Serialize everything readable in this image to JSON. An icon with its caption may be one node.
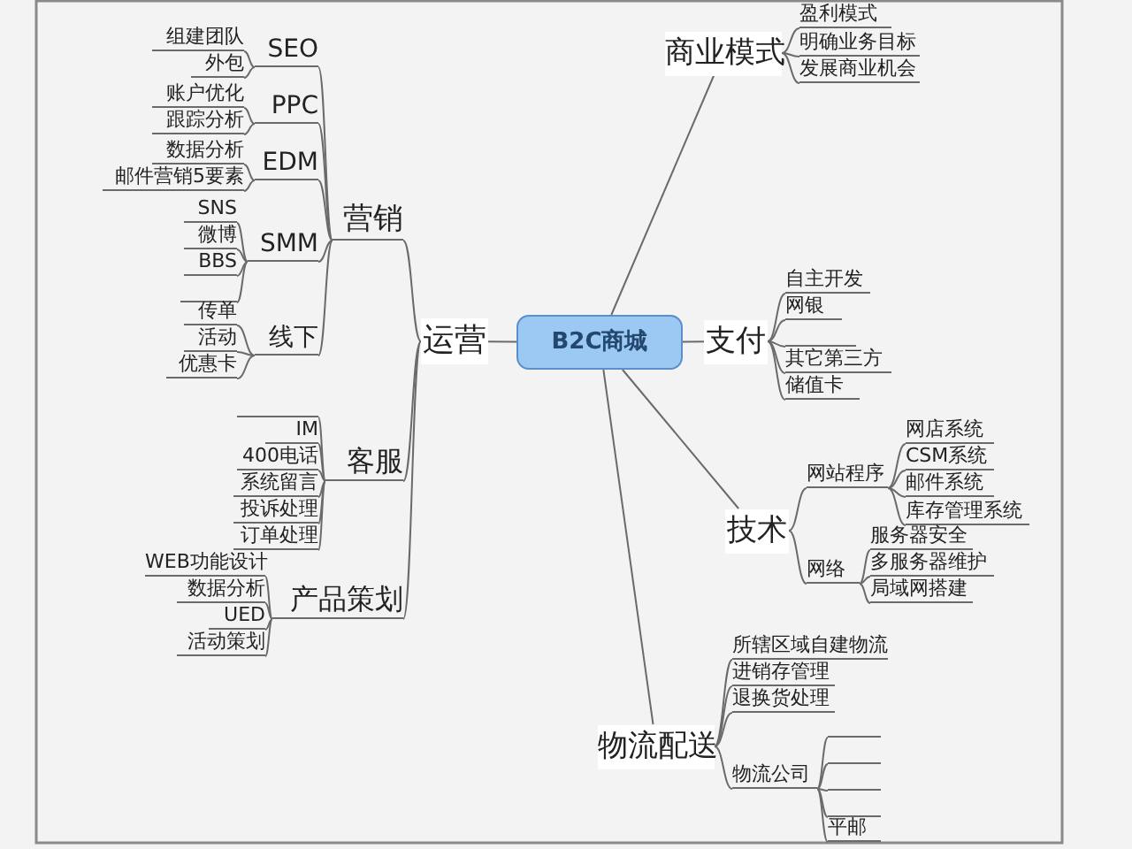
{
  "diagram": {
    "nodes": [
      {
        "text": [
          "B2C商城"
        ]
      },
      {
        "text": [
          "运营"
        ]
      },
      {
        "text": [
          "营销"
        ]
      },
      {
        "text": [
          "SEO"
        ]
      },
      {
        "text": [
          "组建团队"
        ]
      },
      {
        "text": [
          "外包"
        ]
      },
      {
        "text": [
          "PPC"
        ]
      },
      {
        "text": [
          "账户优化"
        ]
      },
      {
        "text": [
          "跟踪分析"
        ]
      },
      {
        "text": [
          "EDM"
        ]
      },
      {
        "text": [
          "数据分析"
        ]
      },
      {
        "text": [
          "邮件营销5要素"
        ]
      },
      {
        "text": [
          "SMM"
        ]
      },
      {
        "text": [
          "SNS"
        ]
      },
      {
        "text": [
          "微博"
        ]
      },
      {
        "text": [
          "BBS"
        ]
      },
      {
        "text": [],
        "shape": "bar"
      },
      {
        "text": [
          "线下"
        ]
      },
      {
        "text": [
          "传单"
        ]
      },
      {
        "text": [
          "活动"
        ]
      },
      {
        "text": [
          "优惠卡"
        ]
      },
      {
        "text": [
          "客服"
        ]
      },
      {
        "text": [],
        "shape": "bar"
      },
      {
        "text": [
          "IM"
        ]
      },
      {
        "text": [
          "400电话"
        ]
      },
      {
        "text": [
          "系统留言"
        ]
      },
      {
        "text": [
          "投诉处理"
        ]
      },
      {
        "text": [
          "订单处理"
        ]
      },
      {
        "text": [
          "产品策划"
        ]
      },
      {
        "text": [
          "WEB功能设计"
        ]
      },
      {
        "text": [
          "数据分析"
        ]
      },
      {
        "text": [
          "UED"
        ]
      },
      {
        "text": [
          "活动策划"
        ]
      },
      {
        "text": [
          "商业模式"
        ]
      },
      {
        "text": [
          "盈利模式"
        ]
      },
      {
        "text": [
          "明确业务目标"
        ]
      },
      {
        "text": [
          "发展商业机会"
        ]
      },
      {
        "text": [
          "支付"
        ]
      },
      {
        "text": [
          "自主开发"
        ]
      },
      {
        "text": [
          "网银"
        ]
      },
      {
        "text": [],
        "shape": "bar"
      },
      {
        "text": [
          "其它第三方"
        ]
      },
      {
        "text": [
          "储值卡"
        ]
      },
      {
        "text": [
          "技术"
        ]
      },
      {
        "text": [
          "网站程序"
        ]
      },
      {
        "text": [
          "网店系统"
        ]
      },
      {
        "text": [
          "CSM系统"
        ]
      },
      {
        "text": [
          "邮件系统"
        ]
      },
      {
        "text": [
          "库存管理系统"
        ]
      },
      {
        "text": [
          "网络"
        ]
      },
      {
        "text": [
          "服务器安全"
        ]
      },
      {
        "text": [
          "多服务器维护"
        ]
      },
      {
        "text": [
          "局域网搭建"
        ]
      },
      {
        "text": [
          "物流配送"
        ]
      },
      {
        "text": [
          "所辖区域自建物流"
        ]
      },
      {
        "text": [
          "进销存管理"
        ]
      },
      {
        "text": [
          "退换货处理"
        ]
      },
      {
        "text": [
          "物流公司"
        ]
      },
      {
        "text": [],
        "shape": "bar"
      },
      {
        "text": [],
        "shape": "bar"
      },
      {
        "text": [],
        "shape": "bar"
      },
      {
        "text": [],
        "shape": "bar"
      },
      {
        "text": [
          "平邮"
        ]
      }
    ],
    "edges": [
      {
        "from": 0,
        "to": 1,
        "arrow": "none"
      },
      {
        "from": 0,
        "to": 33,
        "arrow": "none"
      },
      {
        "from": 0,
        "to": 37,
        "arrow": "none"
      },
      {
        "from": 0,
        "to": 43,
        "arrow": "none"
      },
      {
        "from": 0,
        "to": 53,
        "arrow": "none"
      },
      {
        "from": 1,
        "to": 2,
        "arrow": "none"
      },
      {
        "from": 1,
        "to": 21,
        "arrow": "none"
      },
      {
        "from": 1,
        "to": 28,
        "arrow": "none"
      },
      {
        "from": 2,
        "to": 3,
        "arrow": "none"
      },
      {
        "from": 2,
        "to": 6,
        "arrow": "none"
      },
      {
        "from": 2,
        "to": 9,
        "arrow": "none"
      },
      {
        "from": 2,
        "to": 12,
        "arrow": "none"
      },
      {
        "from": 2,
        "to": 17,
        "arrow": "none"
      },
      {
        "from": 3,
        "to": 4,
        "arrow": "none"
      },
      {
        "from": 3,
        "to": 5,
        "arrow": "none"
      },
      {
        "from": 6,
        "to": 7,
        "arrow": "none"
      },
      {
        "from": 6,
        "to": 8,
        "arrow": "none"
      },
      {
        "from": 9,
        "to": 10,
        "arrow": "none"
      },
      {
        "from": 9,
        "to": 11,
        "arrow": "none"
      },
      {
        "from": 12,
        "to": 13,
        "arrow": "none"
      },
      {
        "from": 12,
        "to": 14,
        "arrow": "none"
      },
      {
        "from": 12,
        "to": 15,
        "arrow": "none"
      },
      {
        "from": 12,
        "to": 16,
        "arrow": "none"
      },
      {
        "from": 17,
        "to": 18,
        "arrow": "none"
      },
      {
        "from": 17,
        "to": 19,
        "arrow": "none"
      },
      {
        "from": 17,
        "to": 20,
        "arrow": "none"
      },
      {
        "from": 21,
        "to": 22,
        "arrow": "none"
      },
      {
        "from": 21,
        "to": 23,
        "arrow": "none"
      },
      {
        "from": 21,
        "to": 24,
        "arrow": "none"
      },
      {
        "from": 21,
        "to": 25,
        "arrow": "none"
      },
      {
        "from": 21,
        "to": 26,
        "arrow": "none"
      },
      {
        "from": 21,
        "to": 27,
        "arrow": "none"
      },
      {
        "from": 28,
        "to": 29,
        "arrow": "none"
      },
      {
        "from": 28,
        "to": 30,
        "arrow": "none"
      },
      {
        "from": 28,
        "to": 31,
        "arrow": "none"
      },
      {
        "from": 28,
        "to": 32,
        "arrow": "none"
      },
      {
        "from": 33,
        "to": 34,
        "arrow": "none"
      },
      {
        "from": 33,
        "to": 35,
        "arrow": "none"
      },
      {
        "from": 33,
        "to": 36,
        "arrow": "none"
      },
      {
        "from": 37,
        "to": 38,
        "arrow": "none"
      },
      {
        "from": 37,
        "to": 39,
        "arrow": "none"
      },
      {
        "from": 37,
        "to": 40,
        "arrow": "none"
      },
      {
        "from": 37,
        "to": 41,
        "arrow": "none"
      },
      {
        "from": 37,
        "to": 42,
        "arrow": "none"
      },
      {
        "from": 43,
        "to": 44,
        "arrow": "none"
      },
      {
        "from": 43,
        "to": 49,
        "arrow": "none"
      },
      {
        "from": 44,
        "to": 45,
        "arrow": "none"
      },
      {
        "from": 44,
        "to": 46,
        "arrow": "none"
      },
      {
        "from": 44,
        "to": 47,
        "arrow": "none"
      },
      {
        "from": 44,
        "to": 48,
        "arrow": "none"
      },
      {
        "from": 49,
        "to": 50,
        "arrow": "none"
      },
      {
        "from": 49,
        "to": 51,
        "arrow": "none"
      },
      {
        "from": 49,
        "to": 52,
        "arrow": "none"
      },
      {
        "from": 53,
        "to": 54,
        "arrow": "none"
      },
      {
        "from": 53,
        "to": 55,
        "arrow": "none"
      },
      {
        "from": 53,
        "to": 56,
        "arrow": "none"
      },
      {
        "from": 53,
        "to": 57,
        "arrow": "none"
      },
      {
        "from": 57,
        "to": 58,
        "arrow": "none"
      },
      {
        "from": 57,
        "to": 59,
        "arrow": "none"
      },
      {
        "from": 57,
        "to": 60,
        "arrow": "none"
      },
      {
        "from": 57,
        "to": 61,
        "arrow": "none"
      },
      {
        "from": 57,
        "to": 62,
        "arrow": "none"
      }
    ]
  }
}
